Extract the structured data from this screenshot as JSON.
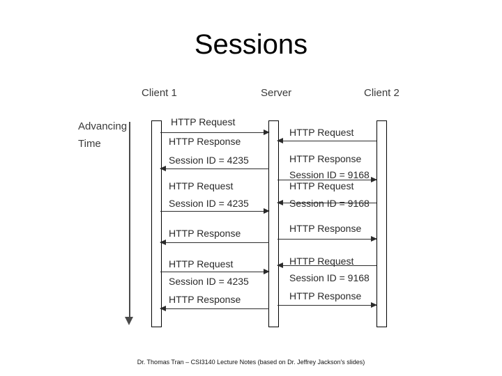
{
  "slide": {
    "title": "Sessions",
    "footer": "Dr. Thomas Tran – CSI3140 Lecture Notes (based on Dr. Jeffrey Jackson's slides)"
  },
  "diagram": {
    "axis": {
      "line1": "Advancing",
      "line2": "Time"
    },
    "lanes": [
      {
        "label": "Client 1"
      },
      {
        "label": "Server"
      },
      {
        "label": "Client 2"
      }
    ],
    "messages": [
      {
        "text": "HTTP Request",
        "from": "client1",
        "to": "server",
        "dir": "right"
      },
      {
        "text": "HTTP Request",
        "from": "client2",
        "to": "server",
        "dir": "left"
      },
      {
        "text": "HTTP Response",
        "from": "server",
        "to": "client1",
        "dir": "left"
      },
      {
        "text": "Session ID = 4235",
        "from": "server",
        "to": "client1",
        "dir": "none"
      },
      {
        "text": "HTTP Response",
        "from": "server",
        "to": "client2",
        "dir": "right"
      },
      {
        "text": "Session ID = 9168",
        "from": "server",
        "to": "client2",
        "dir": "none"
      },
      {
        "text": "HTTP Request",
        "from": "client1",
        "to": "server",
        "dir": "right"
      },
      {
        "text": "Session ID = 4235",
        "from": "client1",
        "to": "server",
        "dir": "none"
      },
      {
        "text": "HTTP Request",
        "from": "client2",
        "to": "server",
        "dir": "left"
      },
      {
        "text": "Session ID = 9168",
        "from": "client2",
        "to": "server",
        "dir": "none"
      },
      {
        "text": "HTTP Response",
        "from": "server",
        "to": "client1",
        "dir": "left"
      },
      {
        "text": "HTTP Response",
        "from": "server",
        "to": "client2",
        "dir": "right"
      },
      {
        "text": "HTTP Request",
        "from": "client1",
        "to": "server",
        "dir": "right"
      },
      {
        "text": "Session ID = 4235",
        "from": "client1",
        "to": "server",
        "dir": "none"
      },
      {
        "text": "HTTP Request",
        "from": "client2",
        "to": "server",
        "dir": "left"
      },
      {
        "text": "Session ID = 9168",
        "from": "client2",
        "to": "server",
        "dir": "none"
      },
      {
        "text": "HTTP Response",
        "from": "server",
        "to": "client1",
        "dir": "left"
      },
      {
        "text": "HTTP Response",
        "from": "server",
        "to": "client2",
        "dir": "right"
      }
    ]
  },
  "colors": {
    "background": "#ffffff",
    "text": "#000000",
    "line": "#2b2b2b",
    "label": "#3a3a3a"
  }
}
